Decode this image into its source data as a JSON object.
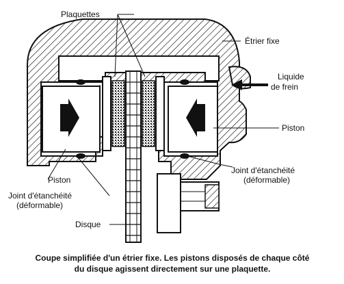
{
  "labels": {
    "plaquettes": "Plaquettes",
    "etrier_fixe": "Étrier fixe",
    "liquide_line1": "Liquide",
    "liquide_line2": "de frein",
    "piston_right": "Piston",
    "joint_right_line1": "Joint d'étanchéité",
    "joint_right_line2": "(déformable)",
    "piston_left": "Piston",
    "joint_left_line1": "Joint d'étanchéité",
    "joint_left_line2": "(déformable)",
    "disque": "Disque"
  },
  "caption": {
    "line1": "Coupe simplifiée d'un étrier fixe. Les pistons disposés de chaque côté",
    "line2": "du disque agissent directement sur une plaquette."
  }
}
